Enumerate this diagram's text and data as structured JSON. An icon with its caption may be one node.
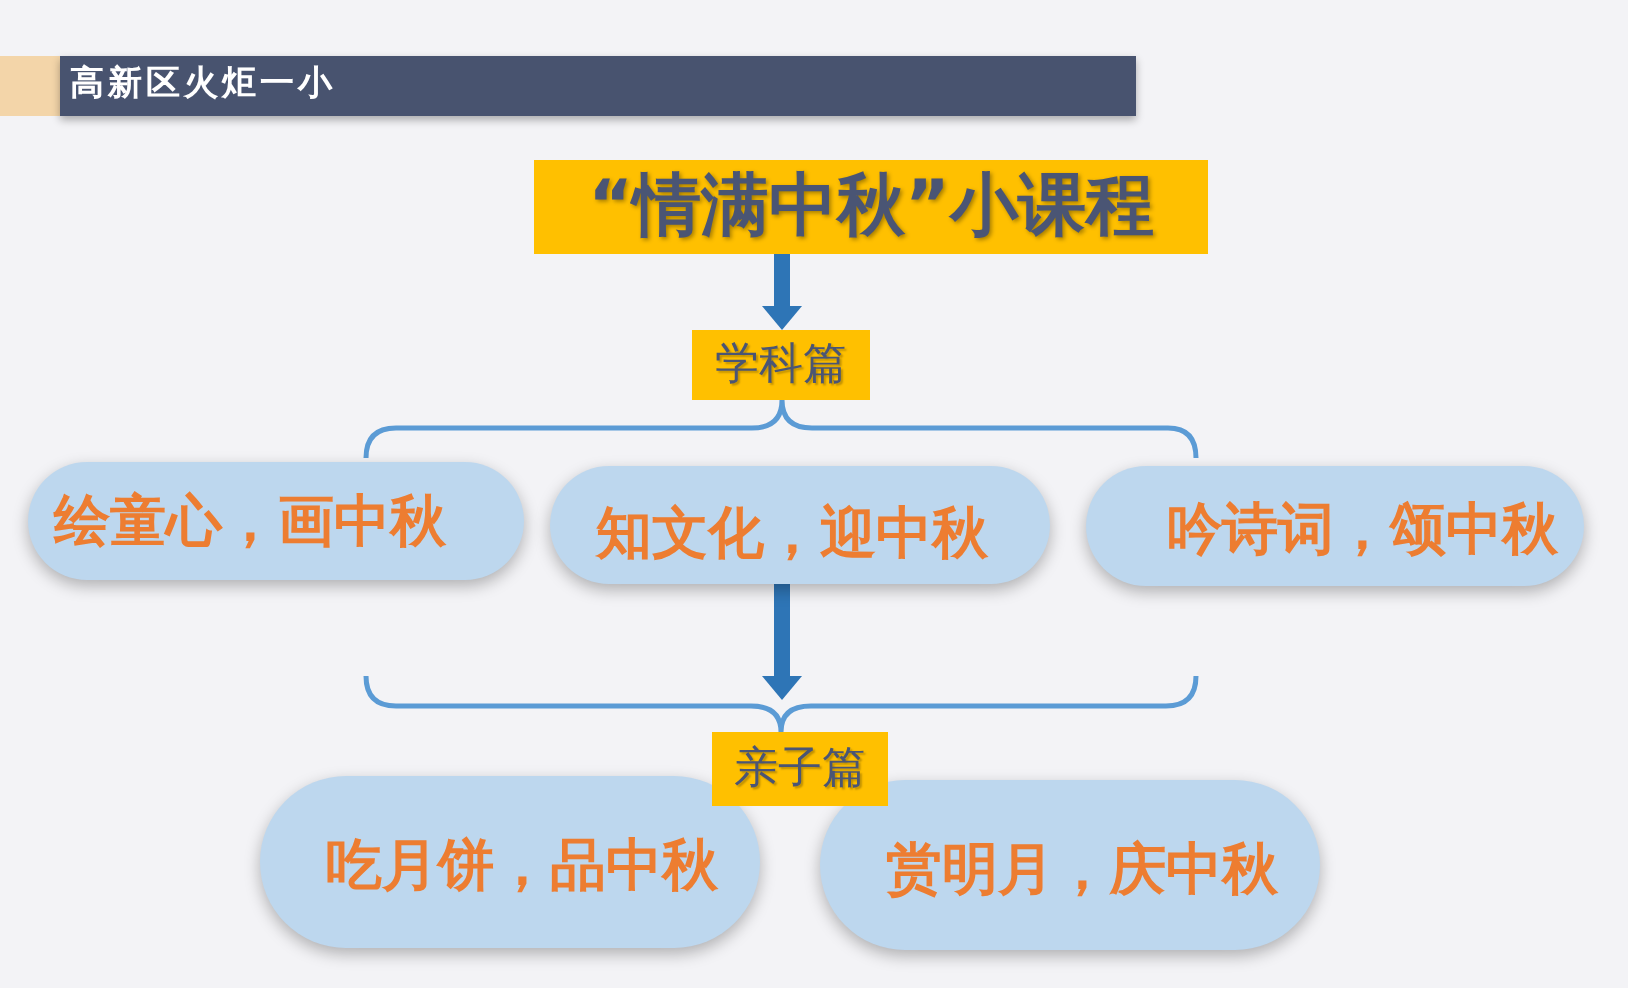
{
  "diagram": {
    "nodes": [
      {
        "text": [
          "高新区火炬一小"
        ]
      },
      {
        "text": [
          "“情满中秋”小课程"
        ]
      },
      {
        "text": [
          "学科篇"
        ]
      },
      {
        "text": [
          "绘童心，画中秋"
        ]
      },
      {
        "text": [
          "知文化，迎中秋"
        ]
      },
      {
        "text": [
          "吟诗词，颂中秋"
        ]
      },
      {
        "text": [],
        "shape": "brace"
      },
      {
        "text": [
          "亲子篇"
        ]
      },
      {
        "text": [
          "吃月饼，品中秋"
        ]
      },
      {
        "text": [
          "赏明月，庆中秋"
        ]
      }
    ],
    "edges": [
      {
        "from": 1,
        "to": 2,
        "arrow": "to"
      },
      {
        "from": 4,
        "to": 6,
        "arrow": "to"
      }
    ]
  }
}
